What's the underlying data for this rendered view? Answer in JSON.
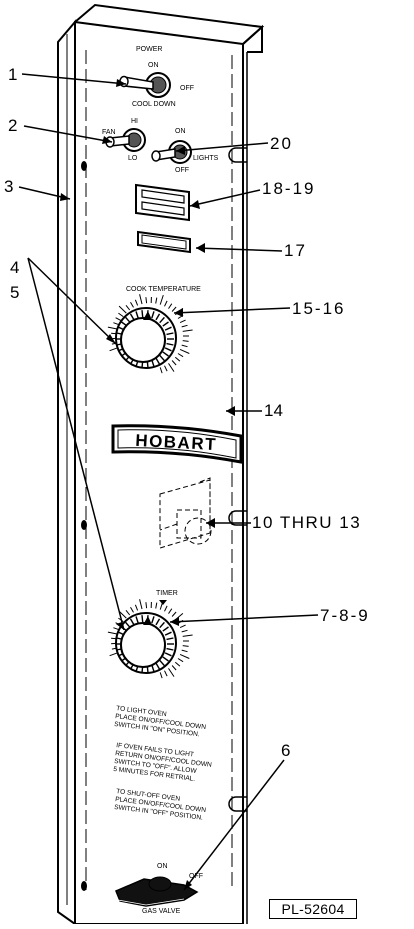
{
  "figure": {
    "part_code": "PL-52604"
  },
  "panel": {
    "power_switch": {
      "title": "POWER",
      "on": "ON",
      "off": "OFF",
      "cool_down": "COOL DOWN"
    },
    "fan_switch": {
      "hi": "HI",
      "fan": "FAN",
      "lo": "LO"
    },
    "lights_switch": {
      "on": "ON",
      "lights": "LIGHTS",
      "off": "OFF"
    },
    "cook_temperature_label": "COOK TEMPERATURE",
    "timer_label": "TIMER",
    "brand_logo": "HOBART",
    "instructions": [
      [
        "TO LIGHT OVEN",
        "PLACE ON/OFF/COOL DOWN",
        "SWITCH IN \"ON\" POSITION."
      ],
      [
        "IF OVEN FAILS TO LIGHT",
        "RETURN ON/OFF/COOL DOWN",
        "SWITCH TO \"OFF\". ALLOW",
        "5 MINUTES FOR RETRIAL."
      ],
      [
        "TO SHUT-OFF OVEN",
        "PLACE ON/OFF/COOL DOWN",
        "SWITCH IN \"OFF\" POSITION."
      ]
    ],
    "gas_valve": {
      "on": "ON",
      "off": "OFF",
      "label": "GAS VALVE"
    }
  },
  "callouts": [
    {
      "id": "1",
      "label": "1"
    },
    {
      "id": "2",
      "label": "2"
    },
    {
      "id": "3",
      "label": "3"
    },
    {
      "id": "4",
      "label": "4"
    },
    {
      "id": "5",
      "label": "5"
    },
    {
      "id": "6",
      "label": "6"
    },
    {
      "id": "7-8-9",
      "label": "7-8-9"
    },
    {
      "id": "10-thru-13",
      "label": "10 THRU 13"
    },
    {
      "id": "14",
      "label": "14"
    },
    {
      "id": "15-16",
      "label": "15-16"
    },
    {
      "id": "17",
      "label": "17"
    },
    {
      "id": "18-19",
      "label": "18-19"
    },
    {
      "id": "20",
      "label": "20"
    }
  ]
}
